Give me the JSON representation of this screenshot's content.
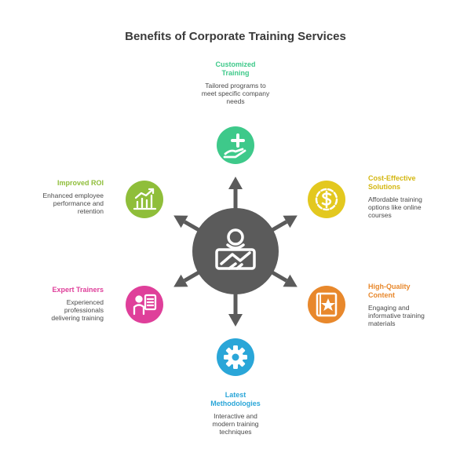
{
  "title": "Benefits of Corporate Training Services",
  "colors": {
    "hub": "#5b5b5b",
    "arrow": "#5b5b5b",
    "customized": "#3ec98a",
    "cost": "#e3c81f",
    "quality": "#e8882c",
    "latest": "#2aa6d8",
    "expert": "#df3f9a",
    "roi": "#8fbe3a"
  },
  "hub": {
    "icon": "handshake-icon"
  },
  "benefits": {
    "customized": {
      "title": "Customized Training",
      "description": "Tailored programs to meet specific company needs",
      "icon": "hand-plus-icon"
    },
    "cost": {
      "title": "Cost-Effective Solutions",
      "description": "Affordable training options like online courses",
      "icon": "dollar-coin-icon"
    },
    "quality": {
      "title": "High-Quality Content",
      "description": "Engaging and informative training materials",
      "icon": "star-book-icon"
    },
    "latest": {
      "title": "Latest Methodologies",
      "description": "Interactive and modern training techniques",
      "icon": "gear-icon"
    },
    "expert": {
      "title": "Expert Trainers",
      "description": "Experienced professionals delivering training",
      "icon": "presenter-icon"
    },
    "roi": {
      "title": "Improved ROI",
      "description": "Enhanced employee performance and retention",
      "icon": "growth-chart-icon"
    }
  }
}
